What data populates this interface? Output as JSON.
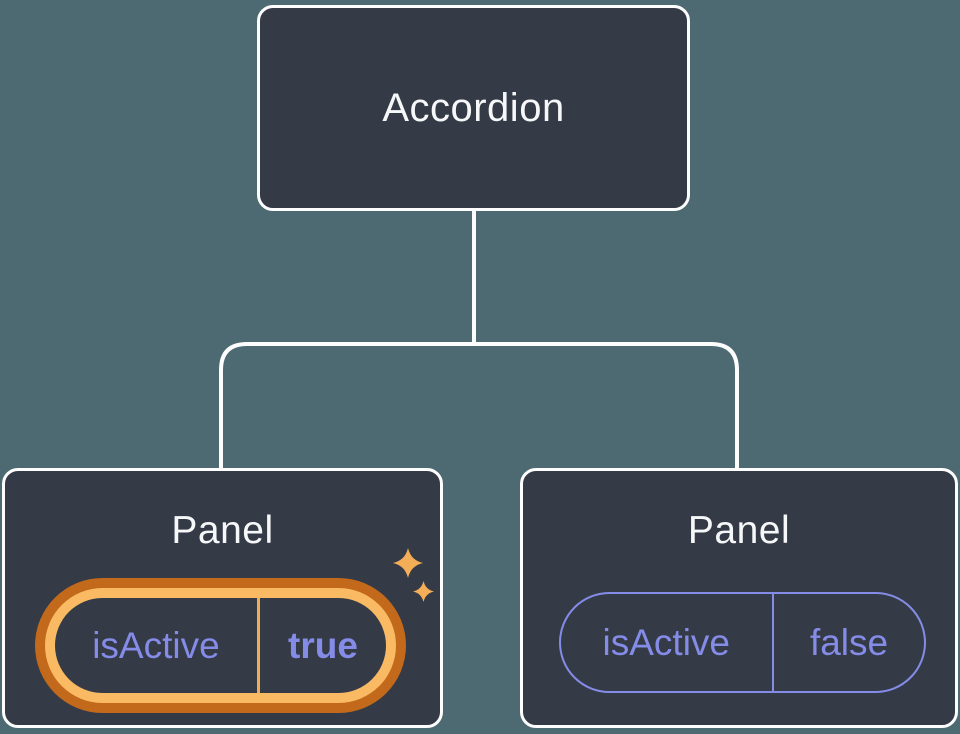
{
  "diagram": {
    "description": "Component tree diagram: an Accordion parent with two Panel children holding isActive state",
    "root_node": {
      "label": "Accordion"
    },
    "panels": [
      {
        "label": "Panel",
        "prop_name": "isActive",
        "prop_value": "true",
        "state": "active",
        "highlighted": true
      },
      {
        "label": "Panel",
        "prop_name": "isActive",
        "prop_value": "false",
        "state": "inactive",
        "highlighted": false
      }
    ],
    "icons": [
      "sparkle-large-icon",
      "sparkle-small-icon"
    ],
    "colors": {
      "background": "#4d6971",
      "node_fill": "#343a46",
      "node_border": "#fdfdfd",
      "connector": "#fdfdfd",
      "label_text": "#f6f7f9",
      "state_text": "#858ce8",
      "highlight_ring_outer": "#c2691c",
      "highlight_ring_inner": "#f9ba63",
      "highlight_divider": "#f2ab55",
      "sparkle": "#f4ae58"
    }
  }
}
